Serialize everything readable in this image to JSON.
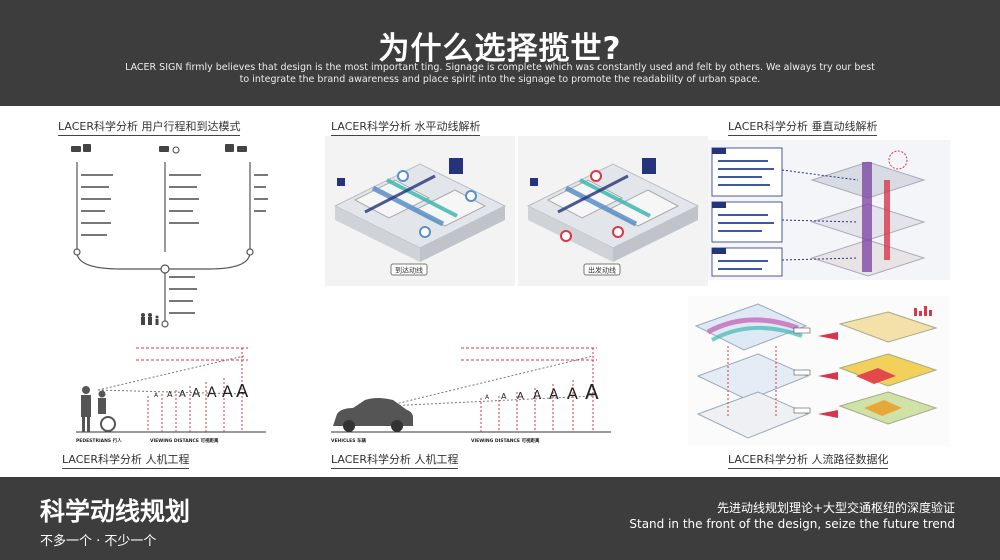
{
  "header": {
    "title": "为什么选择揽世?",
    "intro": "LACER SIGN firmly believes that design is the most important ting. Signage is complete which was constantly used and felt by others. We always try our best to integrate the brand awareness and place spirit into the signage to promote the readability of urban space."
  },
  "panels": {
    "user_journey": {
      "title": "LACER科学分析   用户行程和到达模式"
    },
    "horizontal": {
      "title": "LACER科学分析   水平动线解析",
      "labels": [
        "到达动线",
        "出发动线"
      ]
    },
    "vertical": {
      "title": "LACER科学分析   垂直动线解析"
    },
    "ergonomics_ped": {
      "title": "LACER科学分析   人机工程",
      "caption": "PEDESTRIANS 行人",
      "axis": "VIEWING DISTANCE 可视距离"
    },
    "ergonomics_veh": {
      "title": "LACER科学分析   人机工程",
      "caption": "VEHICLES 车辆",
      "axis": "VIEWING DISTANCE 可视距离"
    },
    "flow": {
      "title": "LACER科学分析   人流路径数据化"
    }
  },
  "footer": {
    "title": "科学动线规划",
    "subtitle": "不多一个 · 不少一个",
    "tagline_cn": "先进动线规划理论+大型交通枢纽的深度验证",
    "tagline_en": "Stand in the front of the design, seize the future trend"
  },
  "colors": {
    "band": "#3d3d3d",
    "accent_red": "#d9364b",
    "navy": "#24337a",
    "teal": "#3fb8b0"
  }
}
